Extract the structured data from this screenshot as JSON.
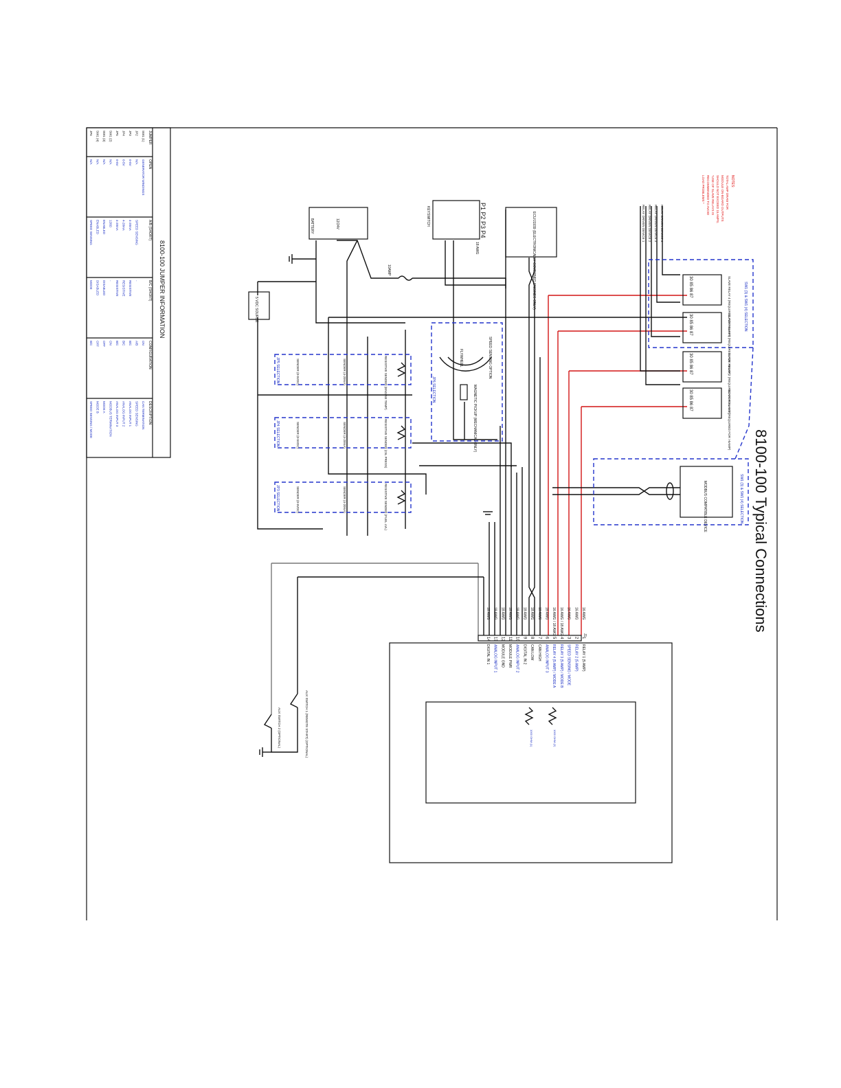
{
  "title": "8100-100 Typical Connections",
  "jumper_table": {
    "title": "8100-100 JUMPER INFORMATION",
    "headers": [
      "JUMPER",
      "OPEN",
      "A/B (SHORT)",
      "B/C (SHORT)",
      "CONFIGURATION",
      "DESCRIPTION"
    ],
    "rows": [
      [
        "SW1 (1)",
        "GENERATOR WINDINGS",
        "",
        "",
        "ON",
        "CAN TERMINATION"
      ],
      [
        "JP2",
        "N/A",
        "SPEED SENSING",
        "-",
        "A/B",
        "SPEED SENSING"
      ],
      [
        "JP3",
        "0-5V",
        "4-20mA",
        "RESISTIVE",
        "B/C",
        "ANALOG INPUT 1"
      ],
      [
        "JP4",
        "0-5V",
        "4-20mA",
        "RESISTIVE",
        "B/C",
        "ANALOG INPUT 2"
      ],
      [
        "JP5",
        "0-5V",
        "4-20mA",
        "RESISTIVE",
        "B/C",
        "ANALOG INPUT 3"
      ],
      [
        "SW1 (2)",
        "N/A",
        "120Ω",
        "-",
        "ON",
        "MODBUS TERMINATION"
      ],
      [
        "SW1 (3)",
        "N/A",
        "ENABLED",
        "DISABLED",
        "OFF",
        "MODE A"
      ],
      [
        "SW1 (4)",
        "N/A",
        "ENABLED",
        "DISABLED",
        "OFF",
        "MODE B"
      ],
      [
        "JP6",
        "N/A",
        "SPEED SENSING",
        "MODE",
        "B/C",
        "SPEED SENSING / MODE"
      ]
    ]
  },
  "connector": {
    "name": "J1",
    "pins": [
      {
        "n": "1",
        "label": "RELAY 1 (5 AMP)",
        "awg": "16 AWG"
      },
      {
        "n": "2",
        "label": "RELAY 2 (5 AMP)",
        "awg": "16 AWG"
      },
      {
        "n": "3",
        "label": "SPEED SENSING / MODE",
        "awg": "16 AWG"
      },
      {
        "n": "4",
        "label": "RELAY 3 (5 AMP) / MODE B",
        "awg": "16 AWG / 18 AWG"
      },
      {
        "n": "5",
        "label": "RELAY 4 (5 AMP) / MODE A",
        "awg": "16 AWG / 18 AWG"
      },
      {
        "n": "6",
        "label": "ANALOG INPUT 3",
        "awg": "18 AWG"
      },
      {
        "n": "7",
        "label": "CAN HIGH",
        "awg": "18 AWG"
      },
      {
        "n": "8",
        "label": "CAN LOW",
        "awg": "18 AWG"
      },
      {
        "n": "9",
        "label": "DIGITAL IN 2",
        "awg": "18 AWG"
      },
      {
        "n": "10",
        "label": "ANALOG INPUT 2",
        "awg": "18 AWG"
      },
      {
        "n": "11",
        "label": "MODULE PWR",
        "awg": "18 AWG"
      },
      {
        "n": "12",
        "label": "MODULE GND",
        "awg": "18 AWG"
      },
      {
        "n": "13",
        "label": "ANALOG INPUT 1",
        "awg": "18 AWG"
      },
      {
        "n": "14",
        "label": "DIGITAL IN 1",
        "awg": "18 AWG"
      }
    ]
  },
  "components": {
    "battery": "BATTERY",
    "gen": "12/24V",
    "fuse": "10AMP",
    "keyswitch": "KEYSWITCH",
    "pin_block": "P1 P2 P3 P4",
    "pin_awg": "18 AWG",
    "ecu": "ECU/J1939 (ELECTRONICALLY GOVERNED ENGINES ONLY)",
    "vdc": "5 VDC SOURCE",
    "flywheel": "FLYWHEEL",
    "pickup": "MAGNETIC PICKUP (MECHANICAL ONLY)",
    "pickup_opt": "SPEED SENSING OPTION",
    "modbus": "MODBUS COMPATIBLE DEVICE",
    "modbus_sel": "SW1 (3) & SW1 (4) SELECTION",
    "sw1_sel": "SW1 (3) & SW1 (4) SELECTION",
    "jp6": "JP6 SELECTION",
    "jp5": "JP5 SELECTION",
    "jp4": "JP4 SELECTION",
    "jp3": "JP3 SELECTION",
    "s1": "RESISTIVE SENDER (ENGINE TEMP)",
    "s2": "RESISTIVE SENDER (OIL PRESS)",
    "s3": "RESISTIVE SENDER (FUEL LVL)",
    "v1": "SENDER (0-5VDC)",
    "m1": "SENDER (4-20mA)",
    "aux1": "AUX SWITCH 1 (REMOTE START) (OPTIONAL)",
    "aux2": "AUX SWITCH 2 (OPTIONAL)",
    "res1": "1000 OHM (1)",
    "res2": "1000 OHM (2)"
  },
  "relays": [
    {
      "name": "SLAVE RELAY 4 (REQUIRED FOR >5AMP)",
      "pins": "30 85 86 87"
    },
    {
      "name": "SLAVE RELAY 3 (REQUIRED FOR >5AMP)",
      "pins": "30 85 86 87"
    },
    {
      "name": "SLAVE RELAY 2 (REQUIRED FOR >5AMP)",
      "pins": "30 85 86 87"
    },
    {
      "name": "SLAVE RELAY 1 (REQUIRED FOR >5AMP)",
      "pins": "30 85 86 87"
    }
  ],
  "relay_drivers": [
    "RELAY DRIVEN DEVICE 4",
    "RELAY DRIVEN DEVICE 3",
    "RELAY DRIVEN DEVICE 2",
    "RELAY DRIVEN DEVICE 1"
  ],
  "notes": {
    "head": "NOTES:",
    "lines": [
      "TOTAL AMP DRAW FOR",
      "MODULE ON-BOARD OUTPUTS",
      "SHOULD NOT EXCEED 15 AMPS.",
      "*USE OF SLAVE RELAYS IS",
      "RECOMMENDED TO AVOID",
      "LOAD PROBLEMS *"
    ]
  },
  "colors": {
    "wire": "#111111",
    "relay_wire": "#d21414",
    "selection": "#2233cc",
    "label": "#1b2fc4"
  }
}
